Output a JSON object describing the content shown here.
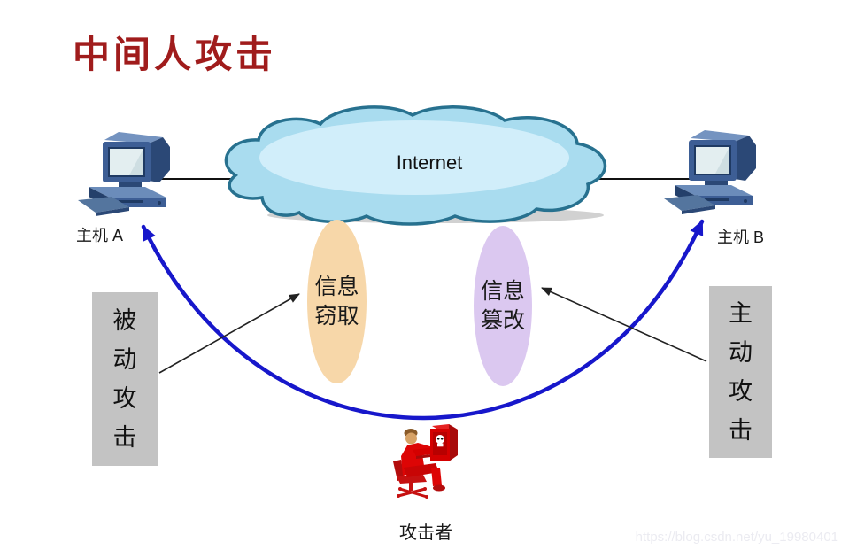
{
  "page": {
    "title": "中间人攻击"
  },
  "colors": {
    "title-red": "#A01C1C",
    "curve-blue": "#1717CB",
    "cloud-fill": "#A9DCEF",
    "cloud-highlight": "#D8F1FB",
    "cloud-stroke": "#27718F",
    "bubble-orange": "#F7D7A9",
    "bubble-purple": "#DBC8F0",
    "box-gray": "#C3C3C3",
    "attacker-red": "#D40000",
    "watermark-gray": "#EBEBF1"
  },
  "cloud": {
    "label": "Internet",
    "icon": "internet-cloud"
  },
  "hosts": {
    "a": {
      "label": "主机 A",
      "icon": "desktop-computer-icon"
    },
    "b": {
      "label": "主机 B",
      "icon": "desktop-computer-icon"
    }
  },
  "bubbles": {
    "eavesdrop": {
      "label": "信息窃取"
    },
    "tamper": {
      "label": "信息篡改"
    }
  },
  "attacks": {
    "passive": {
      "label": "被动攻击"
    },
    "active": {
      "label": "主动攻击"
    }
  },
  "attacker": {
    "label": "攻击者",
    "icon": "hacker-at-computer-icon"
  },
  "watermark": {
    "text": "https://blog.csdn.net/yu_19980401"
  }
}
